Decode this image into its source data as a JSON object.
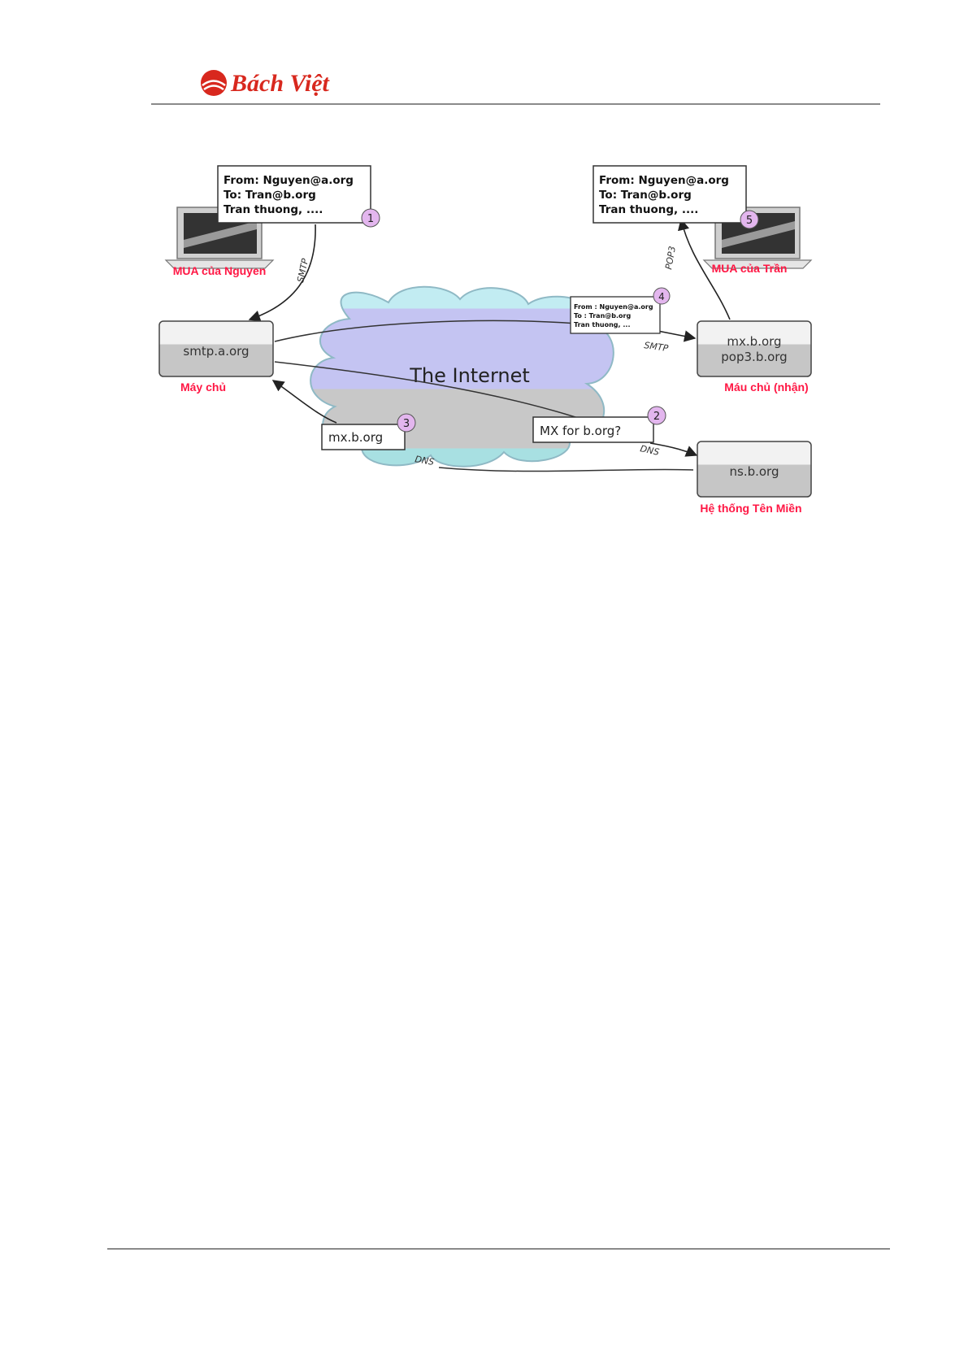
{
  "header": {
    "logo_text": "Bách Việt"
  },
  "diagram": {
    "cloud_label": "The Internet",
    "servers": {
      "smtp_a": "smtp.a.org",
      "mx_b_line1": "mx.b.org",
      "mx_b_line2": "pop3.b.org",
      "ns_b": "ns.b.org"
    },
    "labels": {
      "mua_nguyen": "MUA của Nguyen",
      "mua_tran": "MUA của Trần",
      "may_chu": "Máy chủ",
      "may_chu_nhan": "Máu chủ (nhận)",
      "he_thong_ten_mien": "Hệ thống Tên Miền"
    },
    "mail_1": {
      "from": "From: Nguyen@a.org",
      "to": "To: Tran@b.org",
      "body": "Tran thuong, ....",
      "step": "1"
    },
    "mail_5": {
      "from": "From: Nguyen@a.org",
      "to": "To: Tran@b.org",
      "body": "Tran thuong, ....",
      "step": "5"
    },
    "mail_4": {
      "from": "From : Nguyen@a.org",
      "to": "To : Tran@b.org",
      "body": "Tran thuong, ...",
      "step": "4"
    },
    "query_2": {
      "text": "MX for b.org?",
      "step": "2"
    },
    "reply_3": {
      "text": "mx.b.org",
      "step": "3"
    },
    "protocols": {
      "smtp_left": "SMTP",
      "pop3": "POP3",
      "smtp_right": "SMTP",
      "dns_right": "DNS",
      "dns_bottom": "DNS"
    }
  }
}
